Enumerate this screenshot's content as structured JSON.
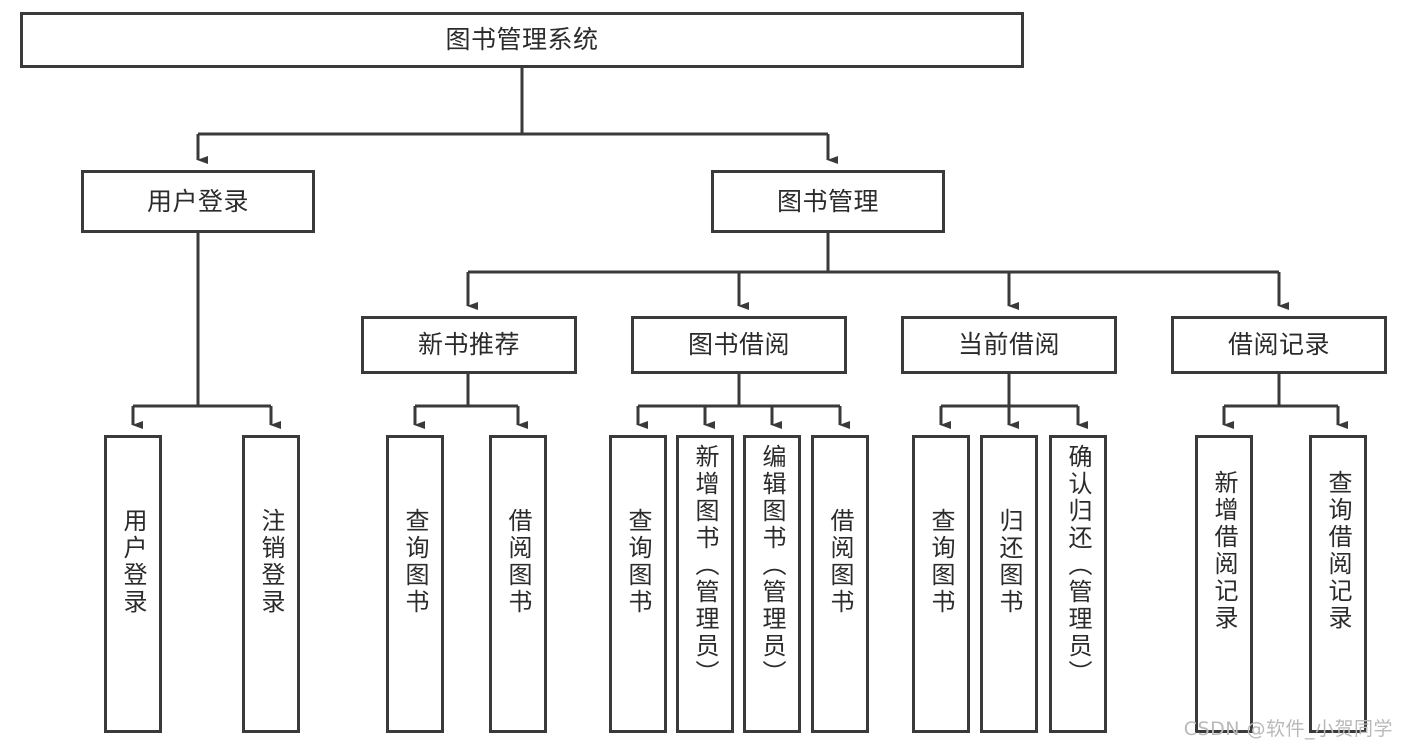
{
  "diagram": {
    "title": "图书管理系统",
    "type": "hierarchy-tree",
    "root": {
      "id": "root",
      "label": "图书管理系统",
      "orientation": "horizontal"
    },
    "level1": [
      {
        "id": "user-login",
        "label": "用户登录",
        "orientation": "horizontal"
      },
      {
        "id": "book-manage",
        "label": "图书管理",
        "orientation": "horizontal"
      }
    ],
    "level2": [
      {
        "id": "new-book-recommend",
        "label": "新书推荐",
        "orientation": "horizontal",
        "parent": "book-manage"
      },
      {
        "id": "book-borrow",
        "label": "图书借阅",
        "orientation": "horizontal",
        "parent": "book-manage"
      },
      {
        "id": "current-borrow",
        "label": "当前借阅",
        "orientation": "horizontal",
        "parent": "book-manage"
      },
      {
        "id": "borrow-record",
        "label": "借阅记录",
        "orientation": "horizontal",
        "parent": "book-manage"
      }
    ],
    "leaves": [
      {
        "id": "leaf-user-login",
        "label": "用户登录",
        "parent": "user-login"
      },
      {
        "id": "leaf-logout",
        "label": "注销登录",
        "parent": "user-login"
      },
      {
        "id": "leaf-query-book-1",
        "label": "查询图书",
        "parent": "new-book-recommend"
      },
      {
        "id": "leaf-borrow-book-1",
        "label": "借阅图书",
        "parent": "new-book-recommend"
      },
      {
        "id": "leaf-query-book-2",
        "label": "查询图书",
        "parent": "book-borrow"
      },
      {
        "id": "leaf-add-book",
        "label": "新增图书（管理员）",
        "parent": "book-borrow"
      },
      {
        "id": "leaf-edit-book",
        "label": "编辑图书（管理员）",
        "parent": "book-borrow"
      },
      {
        "id": "leaf-borrow-book-2",
        "label": "借阅图书",
        "parent": "book-borrow"
      },
      {
        "id": "leaf-query-book-3",
        "label": "查询图书",
        "parent": "current-borrow"
      },
      {
        "id": "leaf-return-book",
        "label": "归还图书",
        "parent": "current-borrow"
      },
      {
        "id": "leaf-confirm-return",
        "label": "确认归还（管理员）",
        "parent": "current-borrow"
      },
      {
        "id": "leaf-add-record",
        "label": "新增借阅记录",
        "parent": "borrow-record"
      },
      {
        "id": "leaf-query-record",
        "label": "查询借阅记录",
        "parent": "borrow-record"
      }
    ],
    "watermark": "CSDN @软件_小贺同学",
    "colors": {
      "border": "#3a3a3a",
      "text": "#2b2b2b",
      "background": "#ffffff",
      "watermark": "#b9b9b9"
    }
  }
}
